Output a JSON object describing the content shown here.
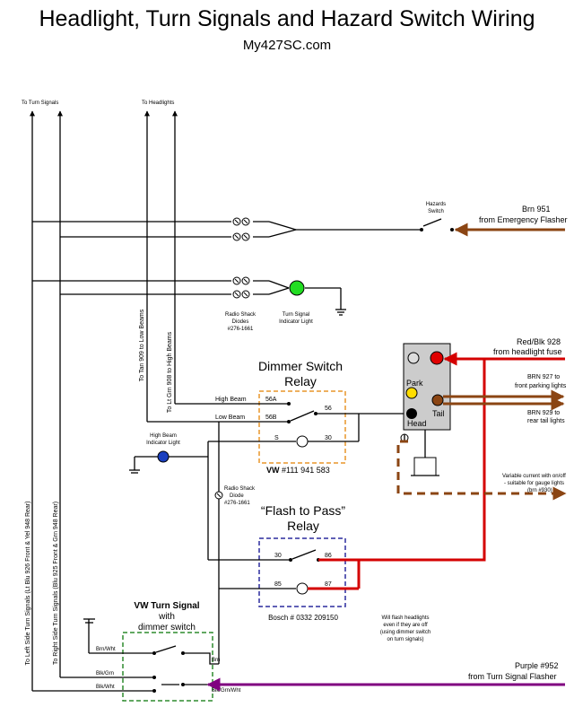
{
  "title": "Headlight, Turn Signals and Hazard Switch Wiring",
  "site": "My427SC.com",
  "labels": {
    "to_turn_signals": "To Turn Signals",
    "to_headlights": "To Headlights",
    "hazards_switch_1": "Hazards",
    "hazards_switch_2": "Switch",
    "brn951": "Brn 951",
    "from_emergency_flasher": "from Emergency Flasher",
    "diodes_1": "Radio Shack",
    "diodes_2": "Diodes",
    "diodes_3": "#276-1661",
    "turn_ind_1": "Turn Signal",
    "turn_ind_2": "Indicator Light",
    "red_blk_928": "Red/Blk 928",
    "from_headlight_fuse": "from headlight fuse",
    "brn927": "BRN 927  to",
    "front_parking": "front parking  lights",
    "brn929": "BRN 929  to",
    "rear_tail": "rear tail lights",
    "variable_1": "Variable current with on/off",
    "variable_2": "- suitable for gauge lights",
    "variable_3": "(brn #930)",
    "park": "Park",
    "tail": "Tail",
    "head": "Head",
    "dimmer_1": "Dimmer Switch",
    "dimmer_2": "Relay",
    "high_beam": "High Beam",
    "low_beam": "Low Beam",
    "pin56a": "56A",
    "pin56b": "56B",
    "pin56": "56",
    "pinS": "S",
    "pin30": "30",
    "vw_relay_prefix": "VW",
    "vw_relay_number": " #111 941 583",
    "hb_ind_1": "High Beam",
    "hb_ind_2": "Indicator Light",
    "tan_909": "To Tan 909 to Low Beams",
    "ltgrn_908": "To Lt Grn 908 to High Beams",
    "diode2_1": "Radio Shack",
    "diode2_2": "Diode",
    "diode2_3": "#276-1661",
    "ftp_1": "“Flash to Pass”",
    "ftp_2": "Relay",
    "pin30b": "30",
    "pin86": "86",
    "pin85": "85",
    "pin87": "87",
    "bosch": "Bosch # 0332 209150",
    "flash_1": "Will flash headlights",
    "flash_2": "even if they are off",
    "flash_3": "(using dimmer switch",
    "flash_4": "on turn signals)",
    "left_side": "To Left Side Turn Signals    (Lt Blu  926  Front & Yel 948 Rear)",
    "right_side": "To Right Side Turn Signals    (Blu  925 Front & Grn 948 Rear)",
    "vw_ts_1": "VW Turn Signal",
    "vw_ts_2": "with",
    "vw_ts_3": "dimmer switch",
    "brn_wht": "Brn/Wht",
    "blk_grn": "Blk/Grn",
    "blk_wht": "Blk/Wht",
    "brn": "Brn",
    "blk_grn_wht": "Blk/Grn/Wht",
    "purple952": "Purple  #952",
    "from_turn_flasher": "from Turn Signal Flasher"
  },
  "colors": {
    "red_wire": "#d40000",
    "brown_wire": "#8B4513",
    "purple_wire": "#800080",
    "dimmer_box": "#e8962a",
    "ftp_box": "#2b2b9e",
    "vw_box": "#2e8b2e",
    "turn_light": "#22dd22",
    "hb_light": "#1a3fbf"
  }
}
